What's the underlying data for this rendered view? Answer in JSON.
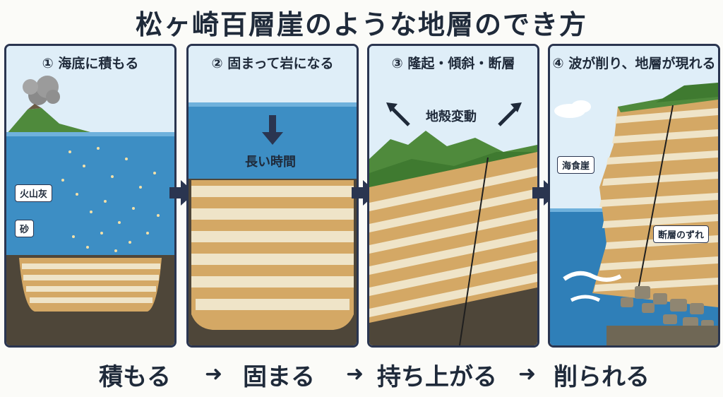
{
  "title": "松ヶ崎百層崖のような地層のでき方",
  "panels": [
    {
      "label": "① 海底に積もる",
      "tags": {
        "ash": "火山灰",
        "sand": "砂"
      }
    },
    {
      "label": "② 固まって岩になる",
      "time_text": "長い時間"
    },
    {
      "label": "③ 隆起・傾斜・断層",
      "crust_text": "地殻変動"
    },
    {
      "label": "④ 波が削り、地層が現れる",
      "tags": {
        "cliff": "海食崖",
        "fault": "断層のずれ"
      }
    }
  ],
  "steps": [
    "積もる",
    "固まる",
    "持ち上がる",
    "削られる"
  ],
  "step_arrow": "➜",
  "colors": {
    "navy": "#2a3550",
    "sea": "#3d8ec4",
    "sky": "#dfeef8",
    "sand": "#d4a865",
    "pale": "#efe4c8",
    "rock": "#4e4639",
    "grass": "#4f8a3c"
  }
}
